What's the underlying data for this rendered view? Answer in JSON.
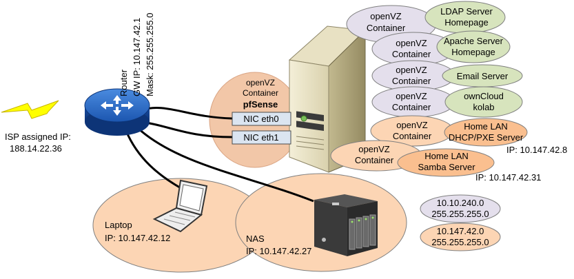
{
  "isp": {
    "label": "ISP assigned IP:",
    "ip": "188.14.22.36"
  },
  "router": {
    "name": "Router",
    "gw": "GW IP: 10.147.42.1",
    "mask": "Mask: 255.255.255.0"
  },
  "pfsense": {
    "line1": "openVZ",
    "line2": "Container",
    "name": "pfSense",
    "nic0": "NIC eth0",
    "nic1": "NIC eth1"
  },
  "containers": [
    {
      "line1": "openVZ",
      "line2": "Container",
      "service": [
        "LDAP Server",
        "Homepage"
      ]
    },
    {
      "line1": "openVZ",
      "line2": "Container",
      "service": [
        "Apache Server",
        "Homepage"
      ]
    },
    {
      "line1": "openVZ",
      "line2": "Container",
      "service": [
        "Email Server"
      ]
    },
    {
      "line1": "openVZ",
      "line2": "Container",
      "service": [
        "ownCloud",
        "kolab"
      ]
    },
    {
      "line1": "openVZ",
      "line2": "Container",
      "service": [
        "Home LAN",
        "DHCP/PXE Server"
      ],
      "ip": "IP: 10.147.42.8"
    },
    {
      "line1": "openVZ",
      "line2": "Container",
      "service": [
        "Home LAN",
        "Samba Server"
      ],
      "ip": "IP: 10.147.42.31"
    }
  ],
  "laptop": {
    "name": "Laptop",
    "ip": "IP: 10.147.42.12"
  },
  "nas": {
    "name": "NAS",
    "ip": "IP: 10.147.42.27"
  },
  "legend": [
    {
      "line1": "10.10.240.0",
      "line2": "255.255.255.0"
    },
    {
      "line1": "10.147.42.0",
      "line2": "255.255.255.0"
    }
  ],
  "colors": {
    "purple_fill": "#e4dfec",
    "orange_fill": "#fcd5b4",
    "green_fill": "#d7e4bd",
    "orange_dark": "#fabf8f",
    "nic_fill": "#dbe5f1",
    "router_blue": "#1f5fbf",
    "bolt": "#ffff00"
  }
}
